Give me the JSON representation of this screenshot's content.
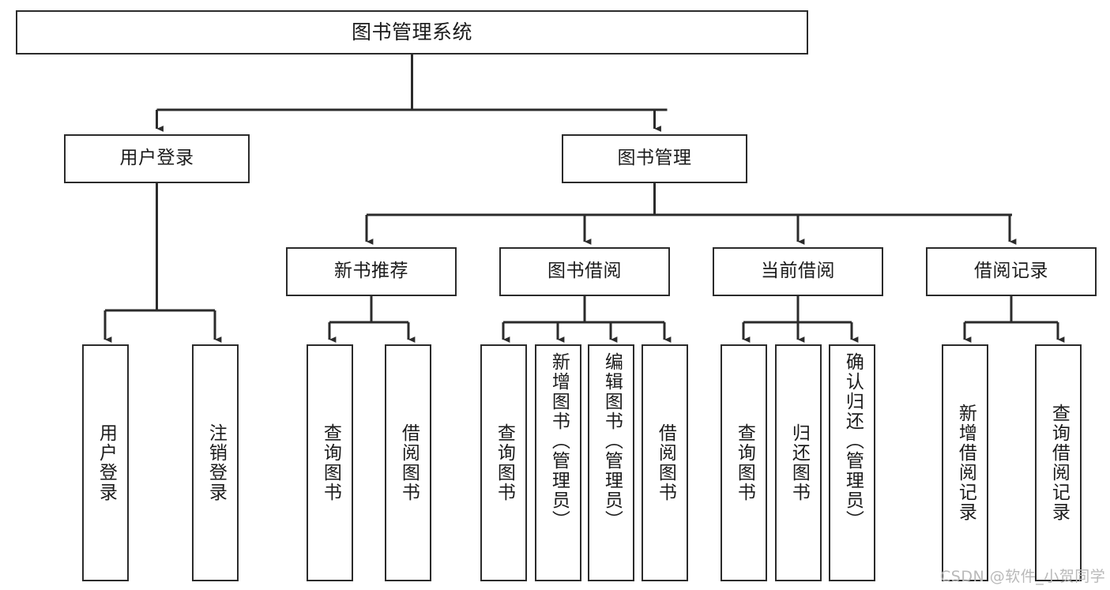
{
  "diagram": {
    "type": "tree",
    "title": "图书管理系统",
    "watermark": "CSDN @软件_小贺同学",
    "colors": {
      "box_border": "#2b2b2b",
      "box_fill": "#ffffff",
      "edge": "#2b2b2b",
      "text": "#1b1b1b",
      "watermark": "#b9b9b9"
    },
    "levels": {
      "root": {
        "label": "图书管理系统"
      },
      "level2": [
        {
          "id": "user-login",
          "label": "用户登录"
        },
        {
          "id": "book-manage",
          "label": "图书管理"
        }
      ],
      "level3": [
        {
          "id": "new-book-recommend",
          "label": "新书推荐",
          "parent": "book-manage"
        },
        {
          "id": "book-borrow",
          "label": "图书借阅",
          "parent": "book-manage"
        },
        {
          "id": "current-borrow",
          "label": "当前借阅",
          "parent": "book-manage"
        },
        {
          "id": "borrow-record",
          "label": "借阅记录",
          "parent": "book-manage"
        }
      ],
      "leaves": [
        {
          "id": "leaf-user-login",
          "label": "用户登录",
          "parent": "user-login"
        },
        {
          "id": "leaf-user-logout",
          "label": "注销登录",
          "parent": "user-login"
        },
        {
          "id": "leaf-query-book-1",
          "label": "查询图书",
          "parent": "new-book-recommend"
        },
        {
          "id": "leaf-borrow-book-1",
          "label": "借阅图书",
          "parent": "new-book-recommend"
        },
        {
          "id": "leaf-query-book-2",
          "label": "查询图书",
          "parent": "book-borrow"
        },
        {
          "id": "leaf-add-book",
          "label": "新增图书（管理员）",
          "parent": "book-borrow"
        },
        {
          "id": "leaf-edit-book",
          "label": "编辑图书（管理员）",
          "parent": "book-borrow"
        },
        {
          "id": "leaf-borrow-book-2",
          "label": "借阅图书",
          "parent": "book-borrow"
        },
        {
          "id": "leaf-query-book-3",
          "label": "查询图书",
          "parent": "current-borrow"
        },
        {
          "id": "leaf-return-book",
          "label": "归还图书",
          "parent": "current-borrow"
        },
        {
          "id": "leaf-confirm-return",
          "label": "确认归还（管理员）",
          "parent": "current-borrow"
        },
        {
          "id": "leaf-add-record",
          "label": "新增借阅记录",
          "parent": "borrow-record"
        },
        {
          "id": "leaf-query-record",
          "label": "查询借阅记录",
          "parent": "borrow-record"
        }
      ]
    }
  }
}
